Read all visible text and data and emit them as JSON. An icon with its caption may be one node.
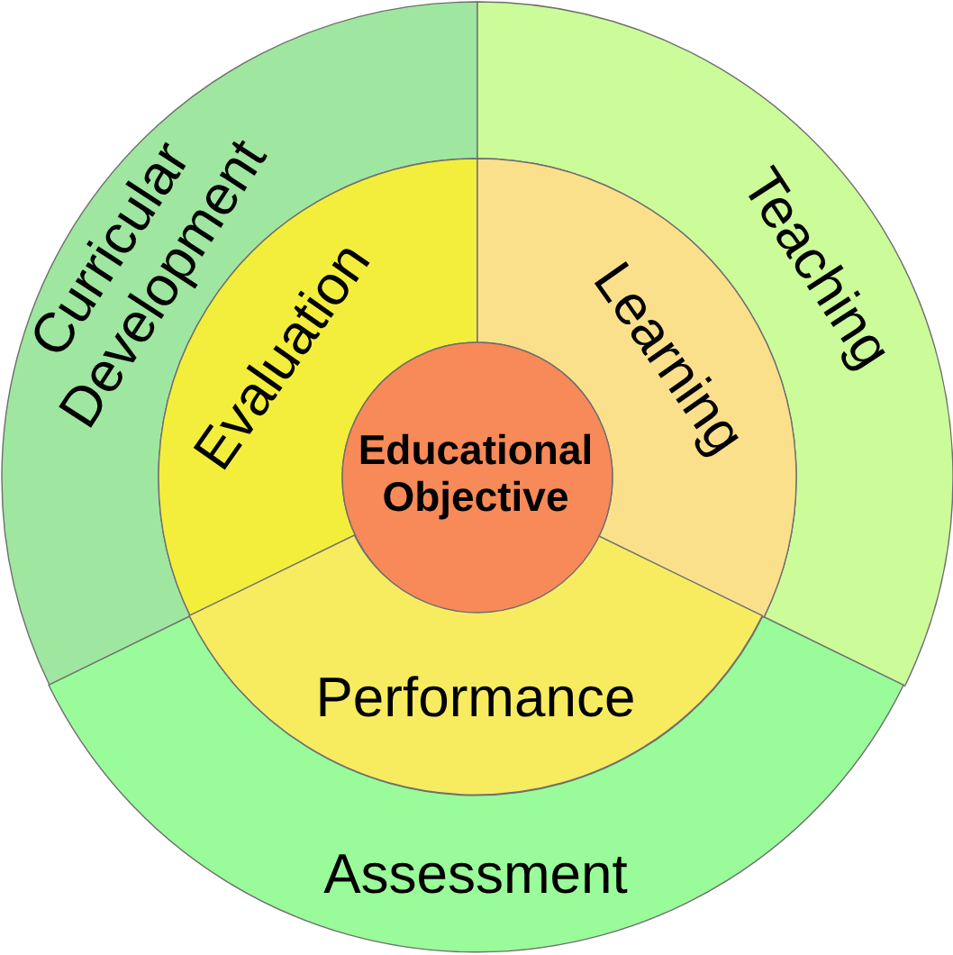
{
  "diagram": {
    "nodes": [
      {
        "text": [
          "Curricular Development"
        ]
      },
      {
        "text": [
          "Teaching"
        ]
      },
      {
        "text": [
          "Assessment"
        ]
      },
      {
        "text": [
          "Evaluation"
        ]
      },
      {
        "text": [
          "Learning"
        ]
      },
      {
        "text": [
          "Performance"
        ]
      },
      {
        "text": [
          "Educational Objective"
        ]
      }
    ]
  }
}
